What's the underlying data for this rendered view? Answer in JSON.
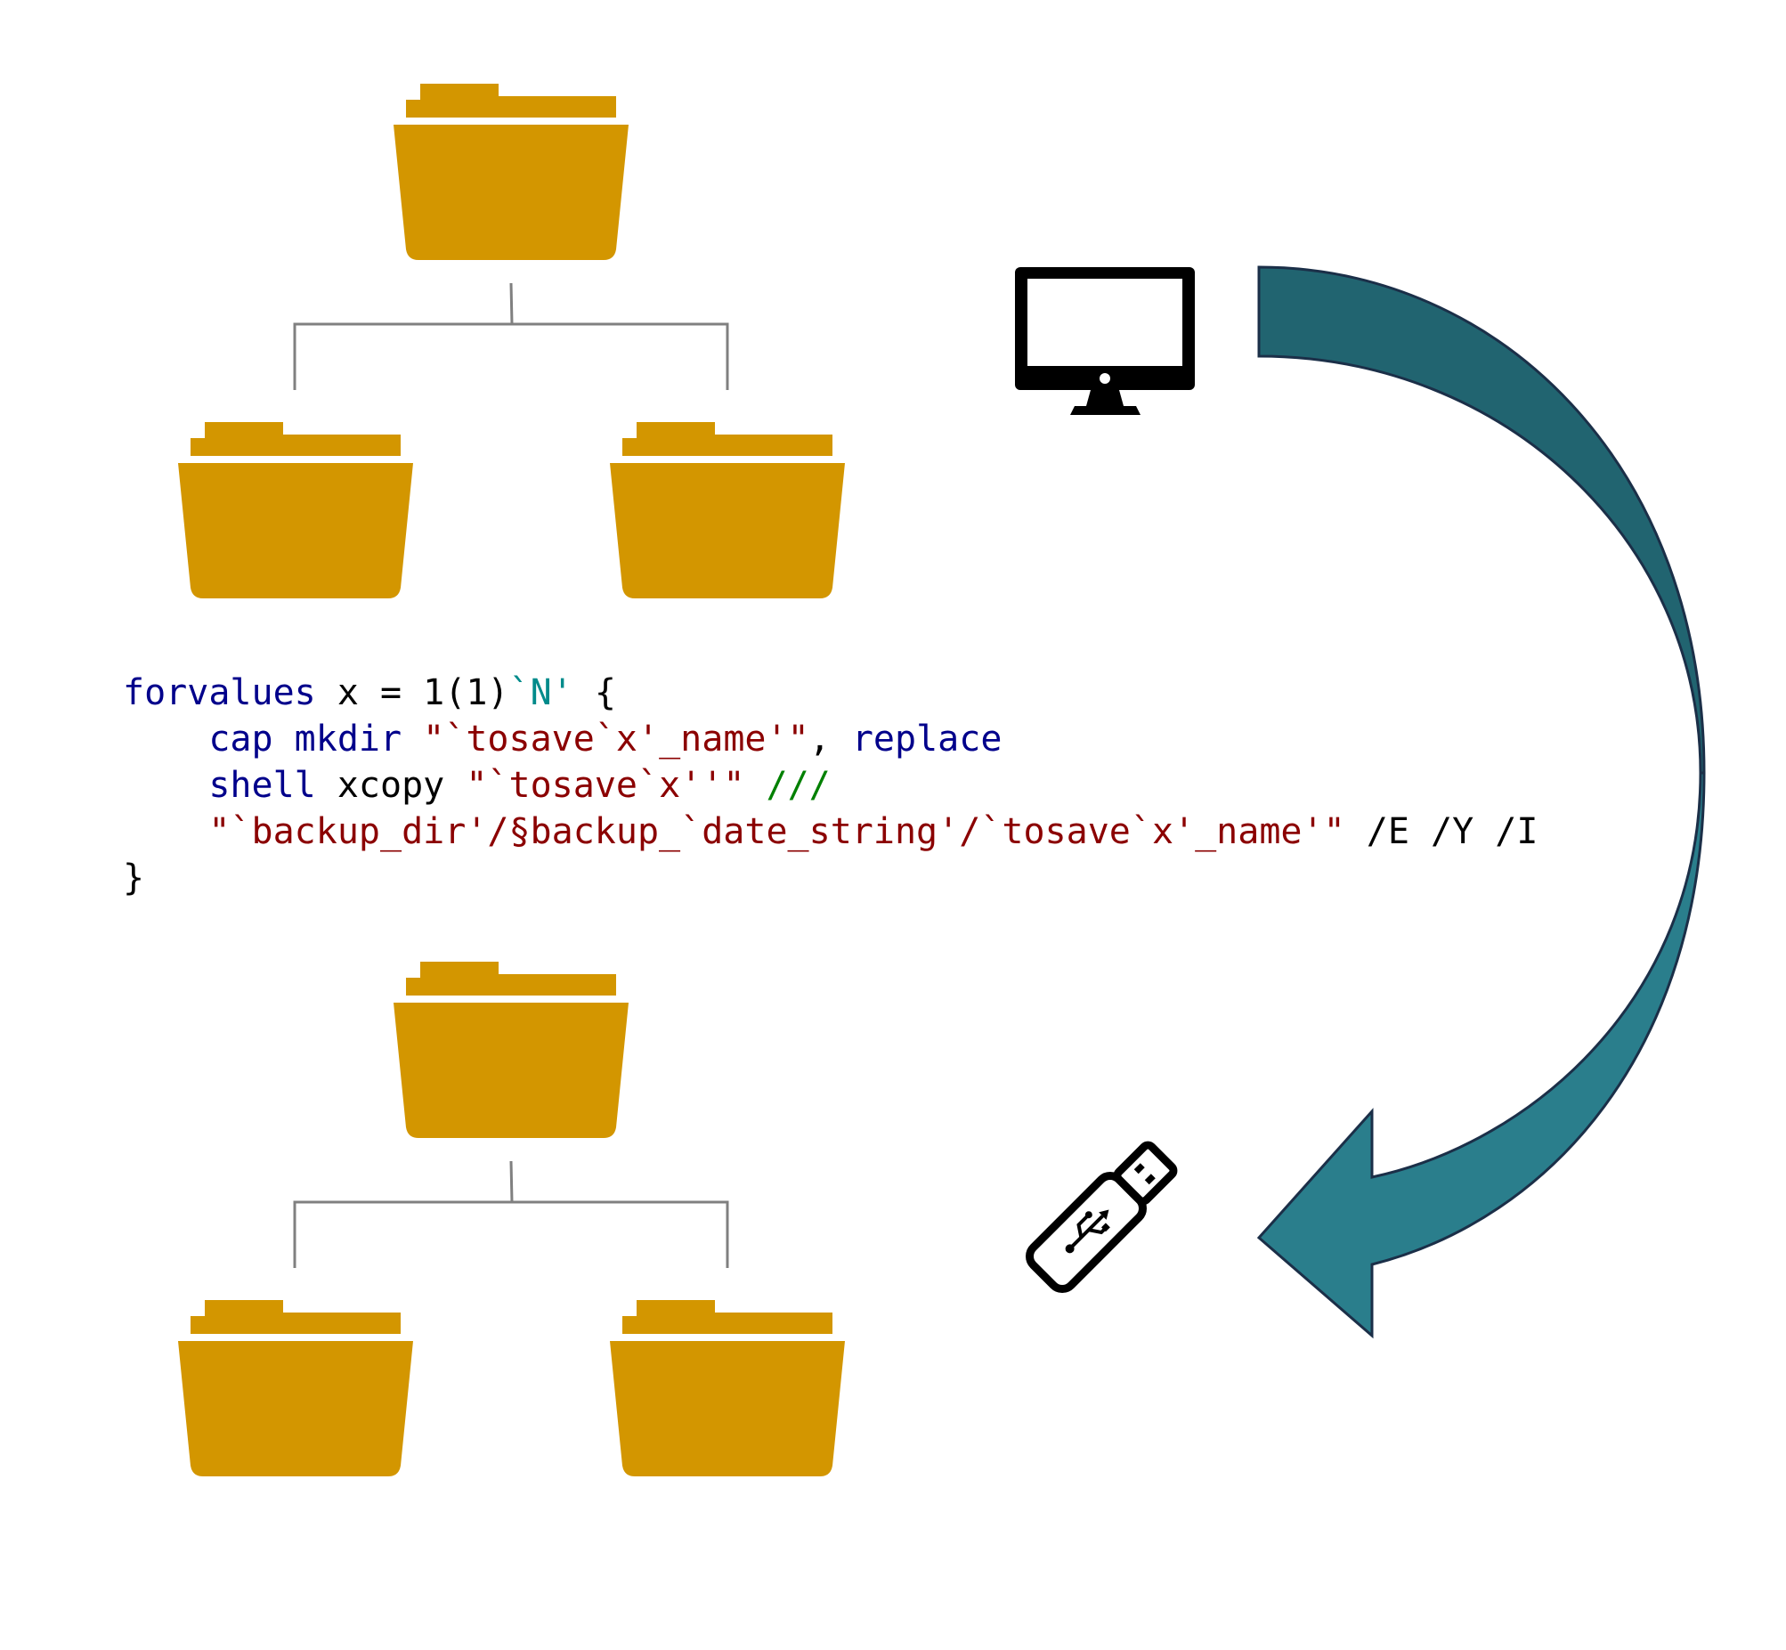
{
  "colors": {
    "folder": "#D39600",
    "connector": "#808080",
    "arrow_dark": "#216470",
    "arrow_light": "#2A7E8C",
    "arrow_outline": "#1B2F48",
    "icon": "#000000",
    "keyword": "#00008B",
    "string": "#8B0000",
    "macro": "#008B8B",
    "comment": "#008000",
    "plain": "#000000"
  },
  "icons": {
    "computer": "computer-monitor-icon",
    "usb": "usb-drive-icon",
    "folder": "folder-icon"
  },
  "code": {
    "lines": [
      [
        {
          "text": "forvalues",
          "kind": "keyword"
        },
        {
          "text": " x = 1(1)",
          "kind": "plain"
        },
        {
          "text": "`N'",
          "kind": "macro"
        },
        {
          "text": " {",
          "kind": "plain"
        }
      ],
      [
        {
          "text": "    ",
          "kind": "plain"
        },
        {
          "text": "cap mkdir",
          "kind": "keyword"
        },
        {
          "text": " ",
          "kind": "plain"
        },
        {
          "text": "\"`tosave`x'_name'\"",
          "kind": "string"
        },
        {
          "text": ", ",
          "kind": "plain"
        },
        {
          "text": "replace",
          "kind": "keyword"
        }
      ],
      [
        {
          "text": "    ",
          "kind": "plain"
        },
        {
          "text": "shell",
          "kind": "keyword"
        },
        {
          "text": " xcopy ",
          "kind": "plain"
        },
        {
          "text": "\"`tosave`x''\"",
          "kind": "string"
        },
        {
          "text": " ",
          "kind": "plain"
        },
        {
          "text": "///",
          "kind": "comment"
        }
      ],
      [
        {
          "text": "    ",
          "kind": "plain"
        },
        {
          "text": "\"`backup_dir'/§backup_`date_string'/`tosave`x'_name'\"",
          "kind": "string"
        },
        {
          "text": " /E /Y /I",
          "kind": "plain"
        }
      ],
      [
        {
          "text": "}",
          "kind": "plain"
        }
      ]
    ]
  }
}
